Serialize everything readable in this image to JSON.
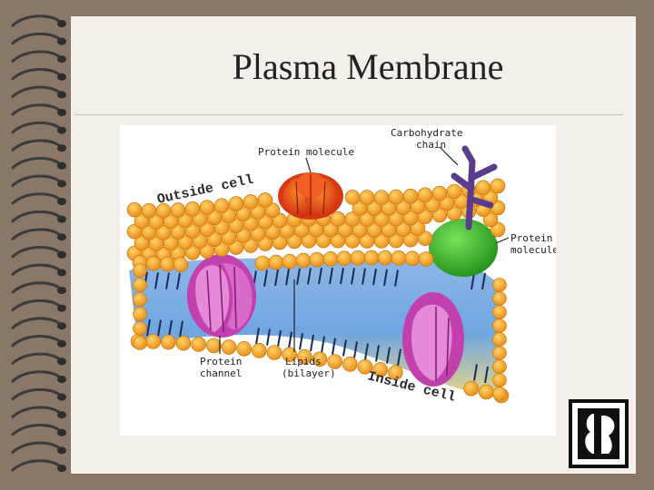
{
  "slide": {
    "title": "Plasma Membrane"
  },
  "figure": {
    "labels": {
      "protein_top": "Protein molecule",
      "carbohydrate_line1": "Carbohydrate",
      "carbohydrate_line2": "chain",
      "outside": "Outside cell",
      "protein_right_line1": "Protein",
      "protein_right_line2": "molecule",
      "channel_line1": "Protein",
      "channel_line2": "channel",
      "lipids_line1": "Lipids",
      "lipids_line2": "(bilayer)",
      "inside": "Inside cell"
    }
  },
  "colors": {
    "slide_bg": "#8b7765",
    "paper": "#f3efe9",
    "lipid_head": "#f5a21e",
    "protein_red": "#e84a1c",
    "protein_green": "#35b52a",
    "channel_pink": "#d54fc2",
    "carbohydrate": "#5a3b8c"
  }
}
